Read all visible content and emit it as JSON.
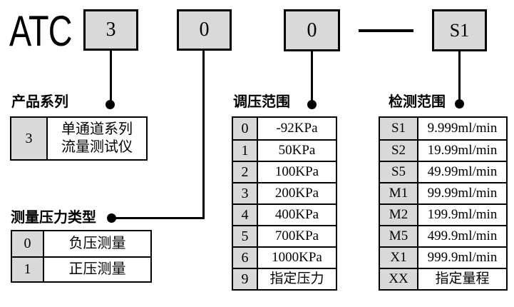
{
  "brand": "ATC",
  "model_code": {
    "boxes": [
      {
        "label": "3"
      },
      {
        "label": "0"
      },
      {
        "label": "0"
      },
      {
        "label": "S1"
      }
    ],
    "separator": "—"
  },
  "tables": {
    "product_series": {
      "title": "产品系列",
      "rows": [
        {
          "code": "3",
          "desc": "单通道系列\n流量测试仪"
        }
      ]
    },
    "pressure_type": {
      "title": "测量压力类型",
      "rows": [
        {
          "code": "0",
          "desc": "负压测量"
        },
        {
          "code": "1",
          "desc": "正压测量"
        }
      ]
    },
    "pressure_range": {
      "title": "调压范围",
      "rows": [
        {
          "code": "0",
          "desc": "-92KPa"
        },
        {
          "code": "1",
          "desc": "50KPa"
        },
        {
          "code": "2",
          "desc": "100KPa"
        },
        {
          "code": "3",
          "desc": "200KPa"
        },
        {
          "code": "4",
          "desc": "400KPa"
        },
        {
          "code": "5",
          "desc": "700KPa"
        },
        {
          "code": "6",
          "desc": "1000KPa"
        },
        {
          "code": "9",
          "desc": "指定压力"
        }
      ]
    },
    "detection_range": {
      "title": "检测范围",
      "rows": [
        {
          "code": "S1",
          "desc": "9.999ml/min"
        },
        {
          "code": "S2",
          "desc": "19.99ml/min"
        },
        {
          "code": "S5",
          "desc": "49.99ml/min"
        },
        {
          "code": "M1",
          "desc": "99.99ml/min"
        },
        {
          "code": "M2",
          "desc": "199.9ml/min"
        },
        {
          "code": "M5",
          "desc": "499.9ml/min"
        },
        {
          "code": "X1",
          "desc": "999.9ml/min"
        },
        {
          "code": "XX",
          "desc": "指定量程"
        }
      ]
    }
  },
  "colors": {
    "box_fill": "#d9d9d9",
    "line": "#000000",
    "background": "#ffffff"
  }
}
